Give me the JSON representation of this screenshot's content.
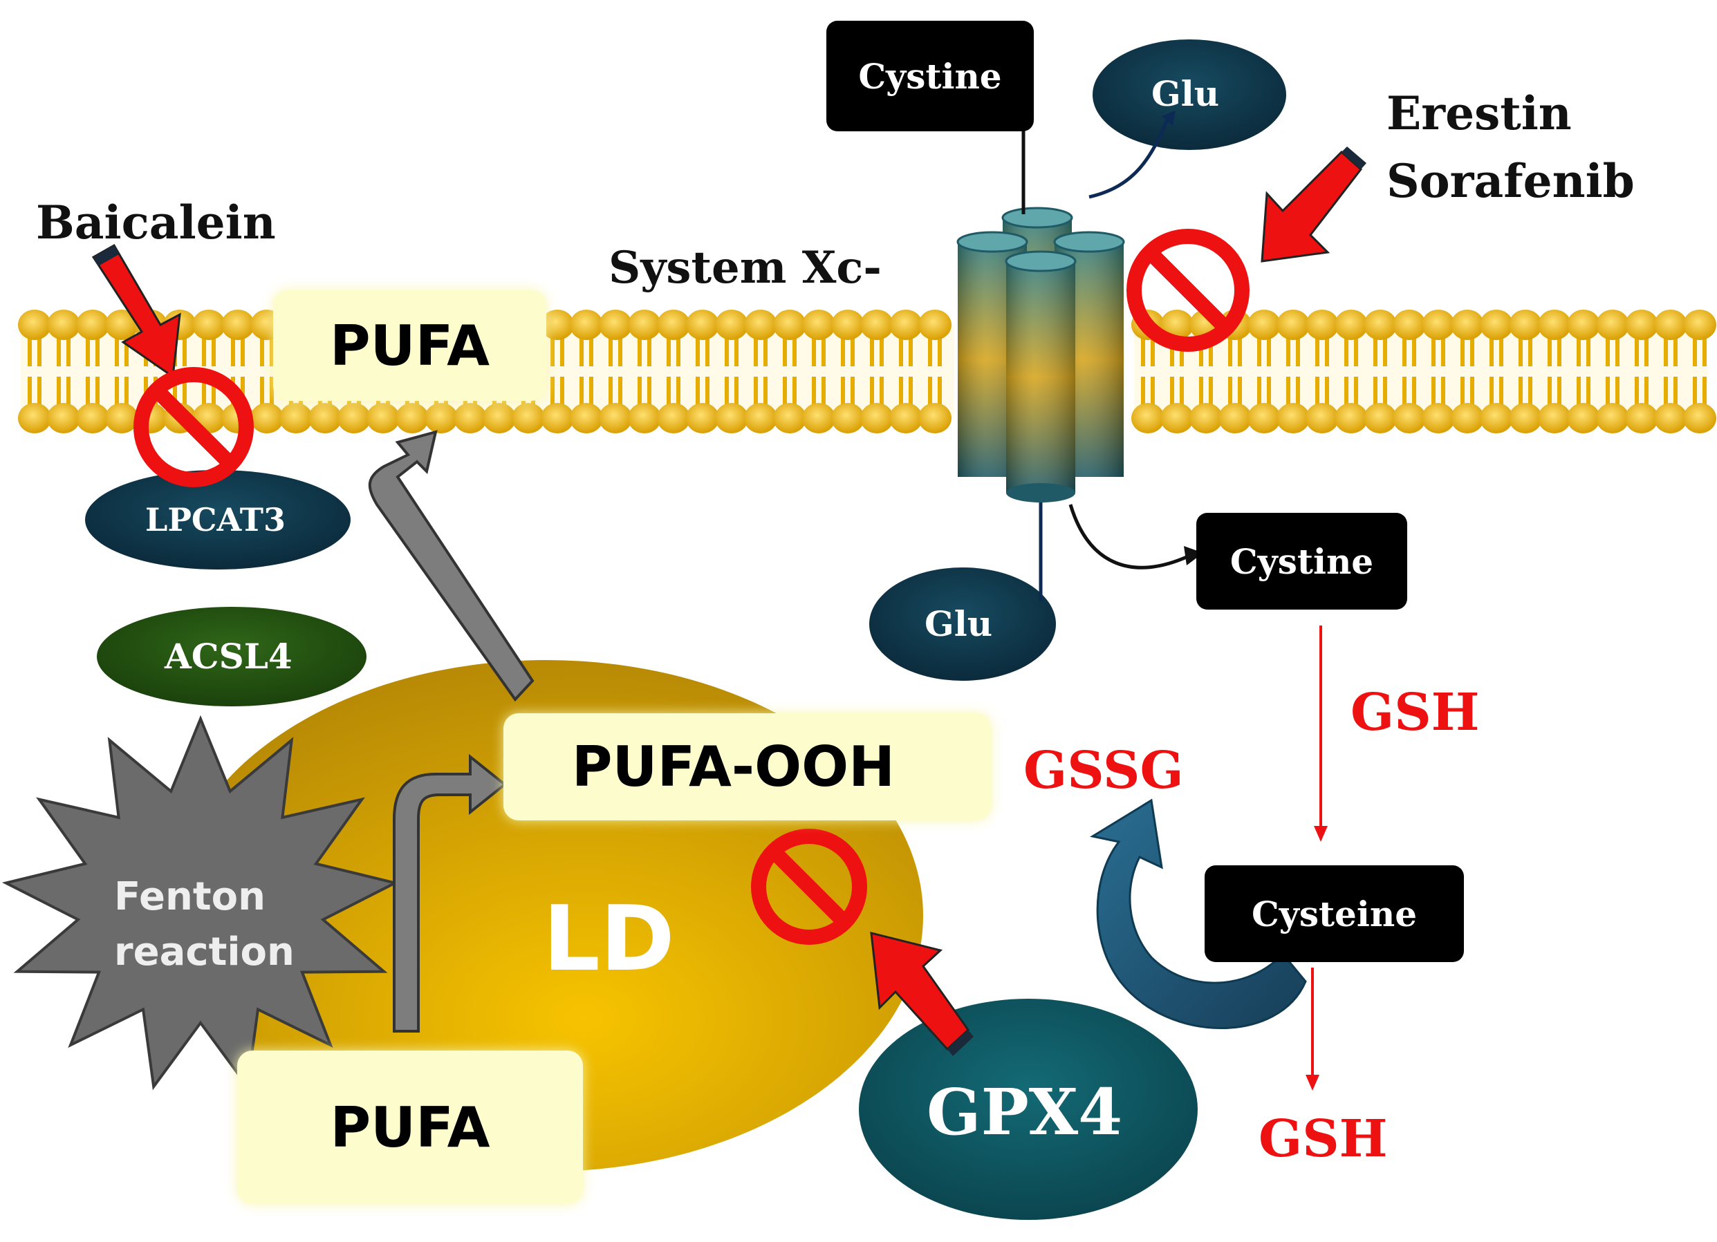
{
  "inhibitors": {
    "baicalein": "Baicalein",
    "erastin": "Erestin",
    "sorafenib": "Sorafenib"
  },
  "transporter": {
    "label": "System Xc-"
  },
  "metabolites": {
    "cystine_outside": "Cystine",
    "glu_outside": "Glu",
    "cystine_inside": "Cystine",
    "glu_inside": "Glu",
    "cysteine": "Cysteine",
    "gsh_upper": "GSH",
    "gsh_lower": "GSH",
    "gssg": "GSSG"
  },
  "lipids": {
    "pufa_membrane": "PUFA",
    "pufa_ooh": "PUFA-OOH",
    "pufa_bottom": "PUFA",
    "ld": "LD"
  },
  "enzymes": {
    "lpcat3": "LPCAT3",
    "acsl4": "ACSL4",
    "gpx4": "GPX4"
  },
  "fenton": {
    "line1": "Fenton",
    "line2": "reaction"
  },
  "colors": {
    "membrane_head": "#f2b705",
    "membrane_tail": "#e0a800",
    "red_arrow": "#ee1111",
    "gray_arrow": "#808080",
    "enzyme_dark": "#0e3448",
    "acsl4_green": "#224f12",
    "gpx4_teal": "#0d5560",
    "ld_gold": "#dba800",
    "red_text": "#ee1111"
  }
}
